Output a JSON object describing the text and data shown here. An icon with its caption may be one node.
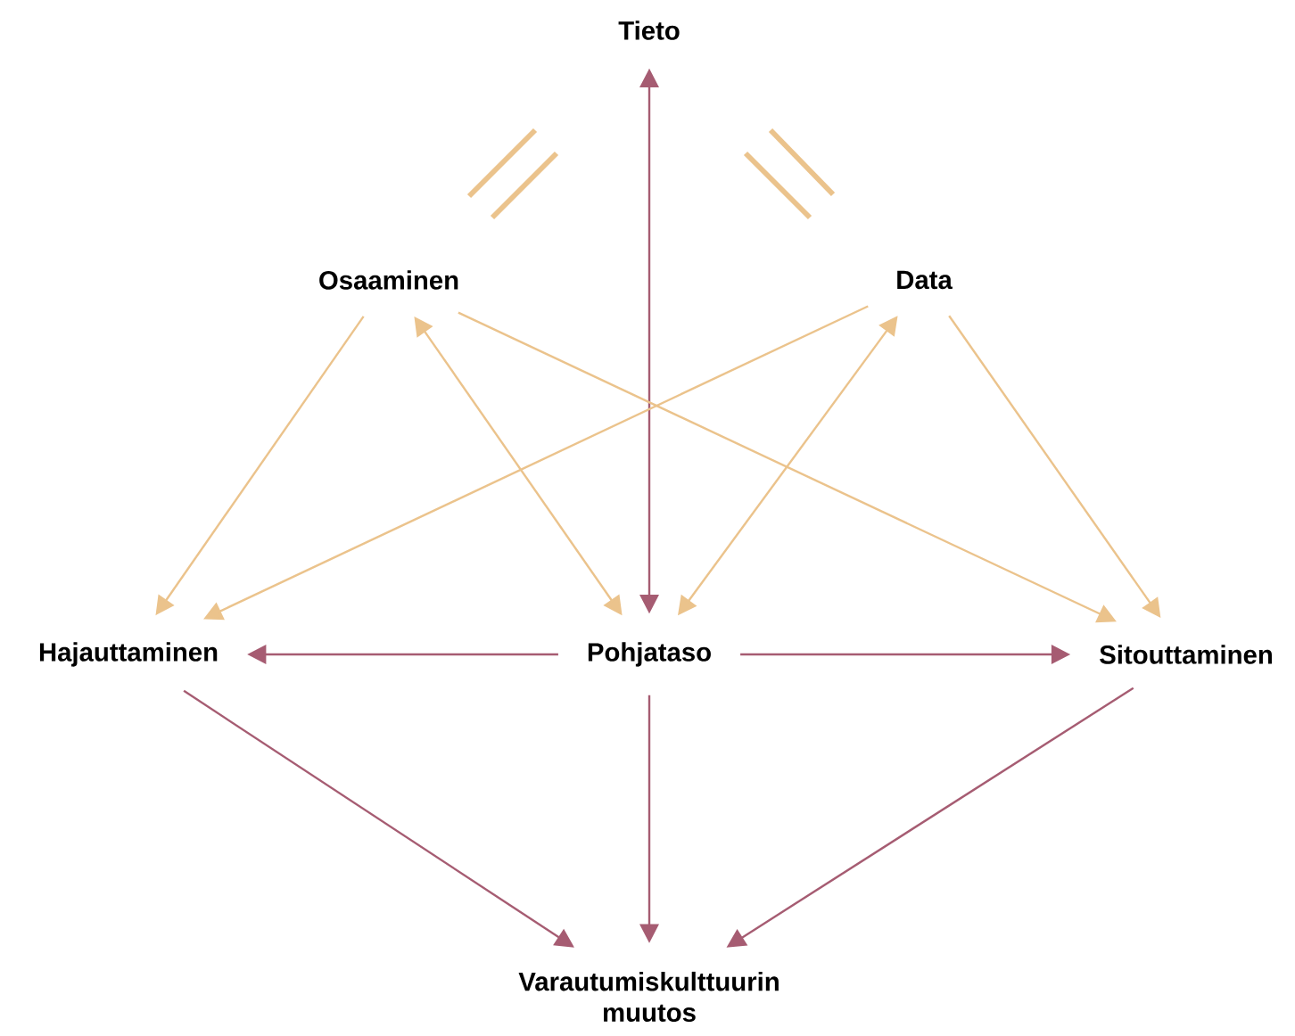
{
  "diagram": {
    "nodes": [
      {
        "text": [
          "Tieto"
        ]
      },
      {
        "text": [
          "Osaaminen"
        ]
      },
      {
        "text": [
          "Data"
        ]
      },
      {
        "text": [
          "Hajauttaminen"
        ]
      },
      {
        "text": [
          "Pohjataso"
        ]
      },
      {
        "text": [
          "Sitouttaminen"
        ]
      },
      {
        "text": [
          "Varautumiskulttuurin muutos"
        ]
      }
    ],
    "edges": [
      {
        "from": 0,
        "to": 4,
        "arrow": "both",
        "color": "#a65c72"
      },
      {
        "from": 1,
        "to": 3,
        "arrow": "to",
        "color": "#ebc38c"
      },
      {
        "from": 1,
        "to": 5,
        "arrow": "to",
        "color": "#ebc38c"
      },
      {
        "from": 1,
        "to": 4,
        "arrow": "both",
        "color": "#ebc38c"
      },
      {
        "from": 2,
        "to": 3,
        "arrow": "to",
        "color": "#ebc38c"
      },
      {
        "from": 2,
        "to": 4,
        "arrow": "both",
        "color": "#ebc38c"
      },
      {
        "from": 2,
        "to": 5,
        "arrow": "to",
        "color": "#ebc38c"
      },
      {
        "from": 4,
        "to": 3,
        "arrow": "to",
        "color": "#a65c72"
      },
      {
        "from": 4,
        "to": 5,
        "arrow": "to",
        "color": "#a65c72"
      },
      {
        "from": 4,
        "to": 6,
        "arrow": "to",
        "color": "#a65c72"
      },
      {
        "from": 3,
        "to": 6,
        "arrow": "to",
        "color": "#a65c72"
      },
      {
        "from": 5,
        "to": 6,
        "arrow": "to",
        "color": "#a65c72"
      }
    ]
  }
}
